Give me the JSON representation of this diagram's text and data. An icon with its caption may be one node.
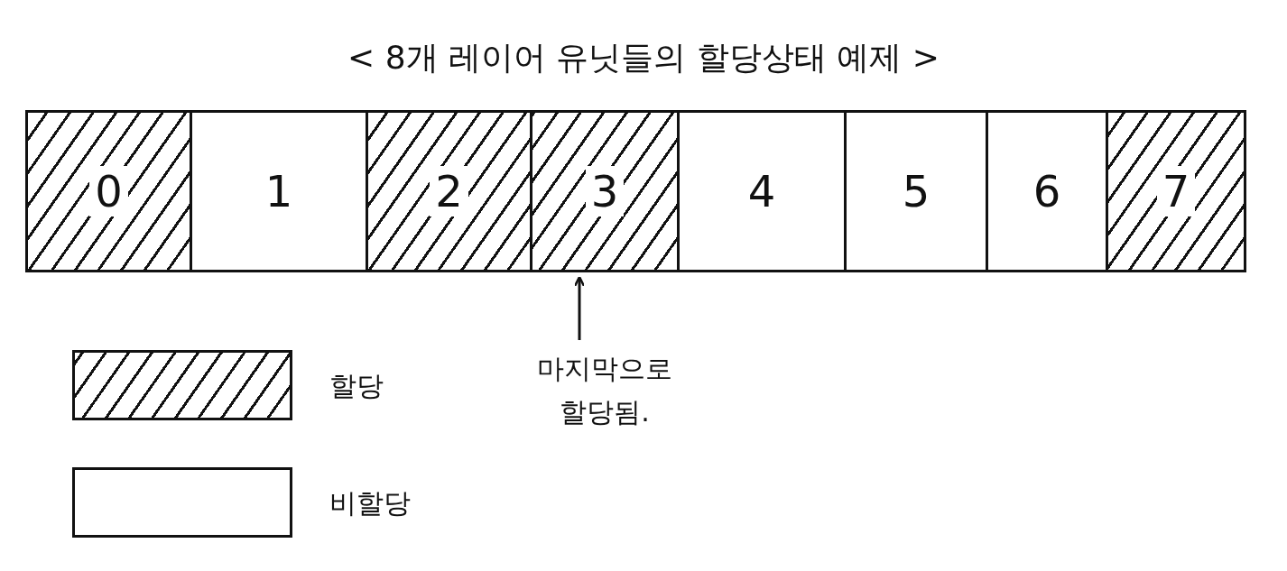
{
  "diagram": {
    "title": "< 8개 레이어 유닛들의 할당상태 예제 >",
    "nodes": [
      {
        "text": [
          "0"
        ]
      },
      {
        "text": [
          "1"
        ]
      },
      {
        "text": [
          "2"
        ]
      },
      {
        "text": [
          "3"
        ]
      },
      {
        "text": [
          "4"
        ]
      },
      {
        "text": [
          "5"
        ]
      },
      {
        "text": [
          "6"
        ]
      },
      {
        "text": [
          "7"
        ]
      },
      {
        "text": [
          "마지막으로 할당됨."
        ]
      }
    ],
    "edges": [
      {
        "from": 8,
        "to": 3,
        "arrow": "to"
      }
    ],
    "legend": [
      {
        "text": "할당"
      },
      {
        "text": "비할당"
      }
    ]
  }
}
